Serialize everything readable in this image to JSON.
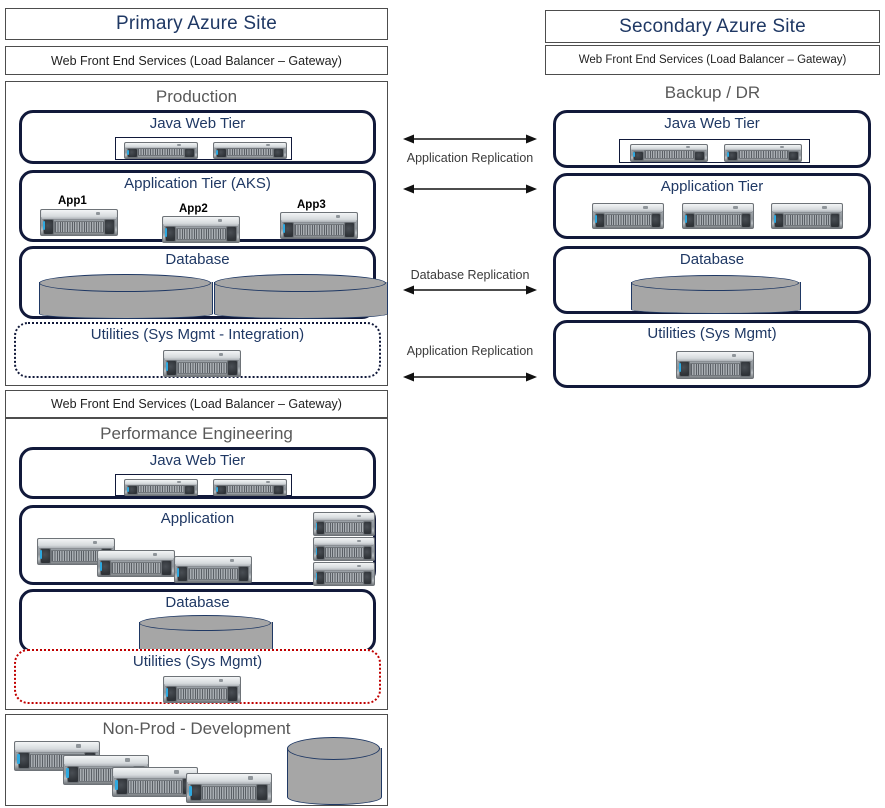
{
  "primary": {
    "title": "Primary Azure Site",
    "web_front_end_1": "Web Front End Services (Load Balancer – Gateway)",
    "web_front_end_2": "Web Front End Services (Load Balancer – Gateway)",
    "production": {
      "section_title": "Production",
      "java_web_tier": "Java Web Tier",
      "application_tier": "Application Tier (AKS)",
      "app_labels": [
        "App1",
        "App2",
        "App3"
      ],
      "database": "Database",
      "utilities": "Utilities (Sys Mgmt - Integration)"
    },
    "performance": {
      "section_title": "Performance Engineering",
      "java_web_tier": "Java Web Tier",
      "application": "Application",
      "database": "Database",
      "utilities": "Utilities (Sys Mgmt)"
    },
    "nonprod": {
      "section_title": "Non-Prod - Development"
    }
  },
  "secondary": {
    "title": "Secondary Azure Site",
    "web_front_end": "Web Front End Services (Load Balancer – Gateway)",
    "section_title": "Backup / DR",
    "java_web_tier": "Java Web Tier",
    "application_tier": "Application Tier",
    "database": "Database",
    "utilities": "Utilities (Sys Mgmt)"
  },
  "replication": [
    {
      "label": "Application  Replication"
    },
    {
      "label": "Database  Replication"
    },
    {
      "label": "Application  Replication"
    }
  ],
  "colors": {
    "navy_border": "#11193a",
    "title_navy": "#1f3864",
    "section_gray": "#595959",
    "cylinder_gray": "#a6a6a6",
    "red_dotted": "#c00000",
    "plain_border": "#4d4d4d"
  },
  "icons": {
    "server": "server-icon",
    "database_cylinder": "database-cylinder-icon",
    "double_arrow": "double-arrow-icon"
  }
}
